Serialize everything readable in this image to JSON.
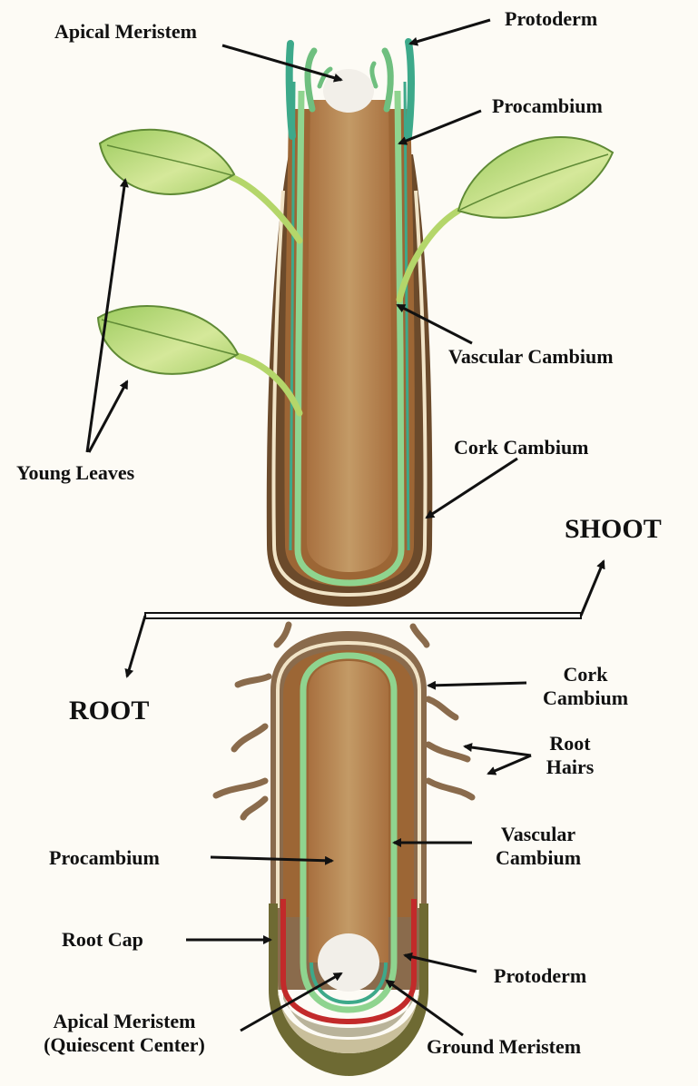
{
  "labels": {
    "shoot_apical_meristem": "Apical Meristem",
    "shoot_protoderm": "Protoderm",
    "shoot_procambium": "Procambium",
    "shoot_vascular_cambium": "Vascular Cambium",
    "shoot_cork_cambium": "Cork Cambium",
    "young_leaves": "Young Leaves",
    "shoot": "SHOOT",
    "root": "ROOT",
    "root_cork_cambium_1": "Cork",
    "root_cork_cambium_2": "Cambium",
    "root_hairs_1": "Root",
    "root_hairs_2": "Hairs",
    "root_vascular_cambium_1": "Vascular",
    "root_vascular_cambium_2": "Cambium",
    "root_procambium": "Procambium",
    "root_cap": "Root Cap",
    "root_protoderm": "Protoderm",
    "root_apical_meristem_1": "Apical Meristem",
    "root_apical_meristem_2": "(Quiescent Center)",
    "ground_meristem": "Ground Meristem"
  },
  "colors": {
    "background": "#fdfbf5",
    "bark": "#6b4a2b",
    "pith": "#b88457",
    "cambium_green": "#6fbf7f",
    "protoderm_teal": "#3da98a",
    "root_cap_red": "#c22a2a",
    "root_cap_olive": "#6e6a33",
    "leaf": "#b4d66a",
    "meristem": "#f2efe9"
  }
}
